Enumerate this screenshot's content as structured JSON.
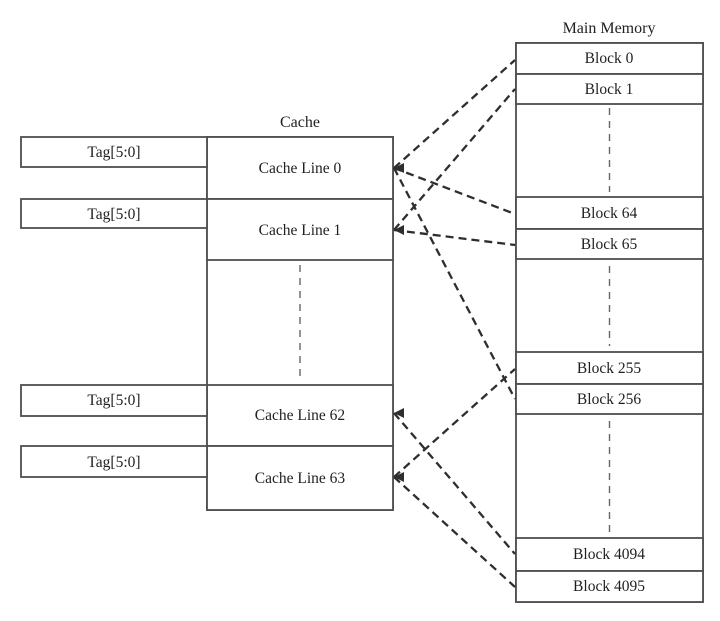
{
  "cache": {
    "title": "Cache",
    "tags": [
      "Tag[5:0]",
      "Tag[5:0]",
      "Tag[5:0]",
      "Tag[5:0]"
    ],
    "lines": [
      "Cache Line 0",
      "Cache Line 1",
      "Cache Line 62",
      "Cache Line 63"
    ]
  },
  "memory": {
    "title": "Main Memory",
    "blocks": [
      "Block 0",
      "Block 1",
      "Block 64",
      "Block 65",
      "Block 255",
      "Block 256",
      "Block 4094",
      "Block 4095"
    ]
  },
  "mappings": [
    {
      "from": "Block 0",
      "to": "Cache Line 0"
    },
    {
      "from": "Block 64",
      "to": "Cache Line 0"
    },
    {
      "from": "Block 256",
      "to": "Cache Line 0"
    },
    {
      "from": "Block 1",
      "to": "Cache Line 1"
    },
    {
      "from": "Block 65",
      "to": "Cache Line 1"
    },
    {
      "from": "Block 4094",
      "to": "Cache Line 62"
    },
    {
      "from": "Block 255",
      "to": "Cache Line 63"
    },
    {
      "from": "Block 4095",
      "to": "Cache Line 63"
    }
  ],
  "colors": {
    "border": "#4f4f4f",
    "connector": "#2e2e2e",
    "text": "#1f1f1f",
    "background": "#ffffff"
  }
}
